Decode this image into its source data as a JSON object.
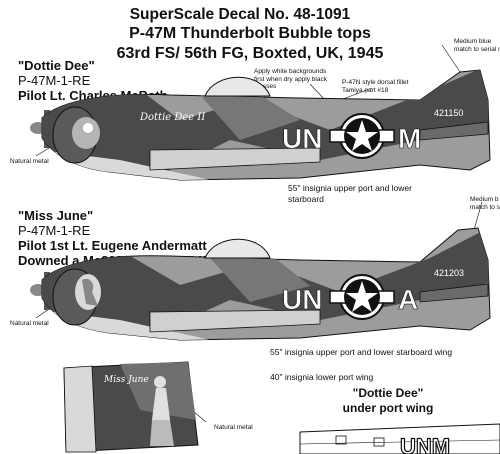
{
  "header": {
    "line1": "SuperScale Decal No. 48-1091",
    "line2": "P-47M Thunderbolt Bubble tops",
    "line3": "63rd FS/ 56th FG, Boxted, UK, 1945"
  },
  "aircraft1": {
    "name": "\"Dottie Dee\"",
    "model": "P-47M-1-RE",
    "pilot": "Pilot Lt. Charles McBath",
    "serial": "421150",
    "code_left": "UN",
    "code_right": "M",
    "nose_art": "Dottie Dee II"
  },
  "aircraft2": {
    "name": "\"Miss June\"",
    "model": "P-47M-1-RE",
    "pilot": "Pilot 1st Lt. Eugene Andermatt",
    "victory": "Downed a Me262 April 10, 1945",
    "serial": "421203",
    "code_left": "UN",
    "code_right": "A",
    "nose_art": "Miss June"
  },
  "notes": {
    "white_bg": "Apply white backgrounds first when dry apply black crosses",
    "fillet": "P-47N style dorsal fillet Tamiya part #18",
    "medium_blue_1": "Medium blue match to serial n",
    "medium_blue_2": "Medium b match to s",
    "natural_metal_1": "Natural metal",
    "natural_metal_2": "Natural metal",
    "natural_metal_3": "Natural metal",
    "insignia_1": "55\" insignia upper port and lower starboard",
    "insignia_2": "55\" insignia upper port and lower starboard wing",
    "insignia_3": "40\" insignia lower port wing"
  },
  "wing_panel": {
    "name": "\"Dottie Dee\"",
    "caption": "under port wing",
    "code": "UNM"
  },
  "colors": {
    "dark_green": "#4a4a4a",
    "light_grey": "#a9a9a9",
    "medium_grey": "#777777",
    "metal": "#d9d9d9",
    "black": "#111111",
    "white": "#ffffff"
  }
}
